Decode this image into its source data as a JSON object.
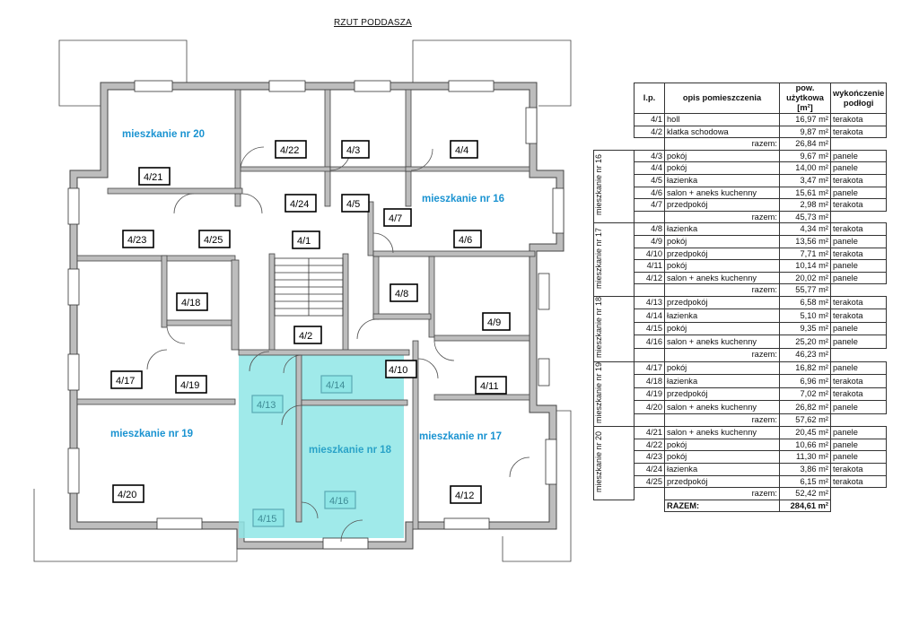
{
  "title": "RZUT PODDASZA",
  "apartments": {
    "m16": "mieszkanie nr 16",
    "m17": "mieszkanie nr 17",
    "m18": "mieszkanie nr 18",
    "m19": "mieszkanie nr 19",
    "m20": "mieszkanie nr 20"
  },
  "rooms": {
    "r1": "4/1",
    "r2": "4/2",
    "r3": "4/3",
    "r4": "4/4",
    "r5": "4/5",
    "r6": "4/6",
    "r7": "4/7",
    "r8": "4/8",
    "r9": "4/9",
    "r10": "4/10",
    "r11": "4/11",
    "r12": "4/12",
    "r13": "4/13",
    "r14": "4/14",
    "r15": "4/15",
    "r16": "4/16",
    "r17": "4/17",
    "r18": "4/18",
    "r19": "4/19",
    "r20": "4/20",
    "r21": "4/21",
    "r22": "4/22",
    "r23": "4/23",
    "r24": "4/24",
    "r25": "4/25"
  },
  "colors": {
    "apartment_label": "#1a93d1",
    "highlight_fill": "#8fe6e6"
  },
  "table": {
    "headers": {
      "lp": "l.p.",
      "desc": "opis pomieszczenia",
      "area": "pow. użytkowa [m²]",
      "finish": "wykończenie podłogi"
    },
    "groups": [
      {
        "label": "",
        "rows": [
          {
            "lp": "4/1",
            "name": "holl",
            "area": "16,97 m²",
            "finish": "terakota"
          },
          {
            "lp": "4/2",
            "name": "klatka schodowa",
            "area": "9,87 m²",
            "finish": "terakota"
          }
        ],
        "sum_label": "razem:",
        "sum": "26,84 m²"
      },
      {
        "label": "mieszkanie nr 16",
        "rows": [
          {
            "lp": "4/3",
            "name": "pokój",
            "area": "9,67 m²",
            "finish": "panele"
          },
          {
            "lp": "4/4",
            "name": "pokój",
            "area": "14,00 m²",
            "finish": "panele"
          },
          {
            "lp": "4/5",
            "name": "łazienka",
            "area": "3,47 m²",
            "finish": "terakota"
          },
          {
            "lp": "4/6",
            "name": "salon + aneks kuchenny",
            "area": "15,61 m²",
            "finish": "panele"
          },
          {
            "lp": "4/7",
            "name": "przedpokój",
            "area": "2,98 m²",
            "finish": "terakota"
          }
        ],
        "sum_label": "razem:",
        "sum": "45,73 m²"
      },
      {
        "label": "mieszkanie nr 17",
        "rows": [
          {
            "lp": "4/8",
            "name": "łazienka",
            "area": "4,34 m²",
            "finish": "terakota"
          },
          {
            "lp": "4/9",
            "name": "pokój",
            "area": "13,56 m²",
            "finish": "panele"
          },
          {
            "lp": "4/10",
            "name": "przedpokój",
            "area": "7,71 m²",
            "finish": "terakota"
          },
          {
            "lp": "4/11",
            "name": "pokój",
            "area": "10,14 m²",
            "finish": "panele"
          },
          {
            "lp": "4/12",
            "name": "salon + aneks kuchenny",
            "area": "20,02 m²",
            "finish": "panele"
          }
        ],
        "sum_label": "razem:",
        "sum": "55,77 m²"
      },
      {
        "label": "mieszkanie nr 18",
        "rows": [
          {
            "lp": "4/13",
            "name": "przedpokój",
            "area": "6,58 m²",
            "finish": "terakota"
          },
          {
            "lp": "4/14",
            "name": "łazienka",
            "area": "5,10 m²",
            "finish": "terakota"
          },
          {
            "lp": "4/15",
            "name": "pokój",
            "area": "9,35 m²",
            "finish": "panele"
          },
          {
            "lp": "4/16",
            "name": "salon + aneks kuchenny",
            "area": "25,20 m²",
            "finish": "panele"
          }
        ],
        "sum_label": "razem:",
        "sum": "46,23 m²"
      },
      {
        "label": "mieszkanie nr 19",
        "rows": [
          {
            "lp": "4/17",
            "name": "pokój",
            "area": "16,82 m²",
            "finish": "panele"
          },
          {
            "lp": "4/18",
            "name": "łazienka",
            "area": "6,96 m²",
            "finish": "terakota"
          },
          {
            "lp": "4/19",
            "name": "przedpokój",
            "area": "7,02 m²",
            "finish": "terakota"
          },
          {
            "lp": "4/20",
            "name": "salon + aneks kuchenny",
            "area": "26,82 m²",
            "finish": "panele"
          }
        ],
        "sum_label": "razem:",
        "sum": "57,62 m²"
      },
      {
        "label": "mieszkanie nr 20",
        "rows": [
          {
            "lp": "4/21",
            "name": "salon + aneks kuchenny",
            "area": "20,45 m²",
            "finish": "panele"
          },
          {
            "lp": "4/22",
            "name": "pokój",
            "area": "10,66 m²",
            "finish": "panele"
          },
          {
            "lp": "4/23",
            "name": "pokój",
            "area": "11,30 m²",
            "finish": "panele"
          },
          {
            "lp": "4/24",
            "name": "łazienka",
            "area": "3,86 m²",
            "finish": "terakota"
          },
          {
            "lp": "4/25",
            "name": "przedpokój",
            "area": "6,15 m²",
            "finish": "terakota"
          }
        ],
        "sum_label": "razem:",
        "sum": "52,42 m²"
      }
    ],
    "total_label": "RAZEM:",
    "total": "284,61 m²"
  }
}
